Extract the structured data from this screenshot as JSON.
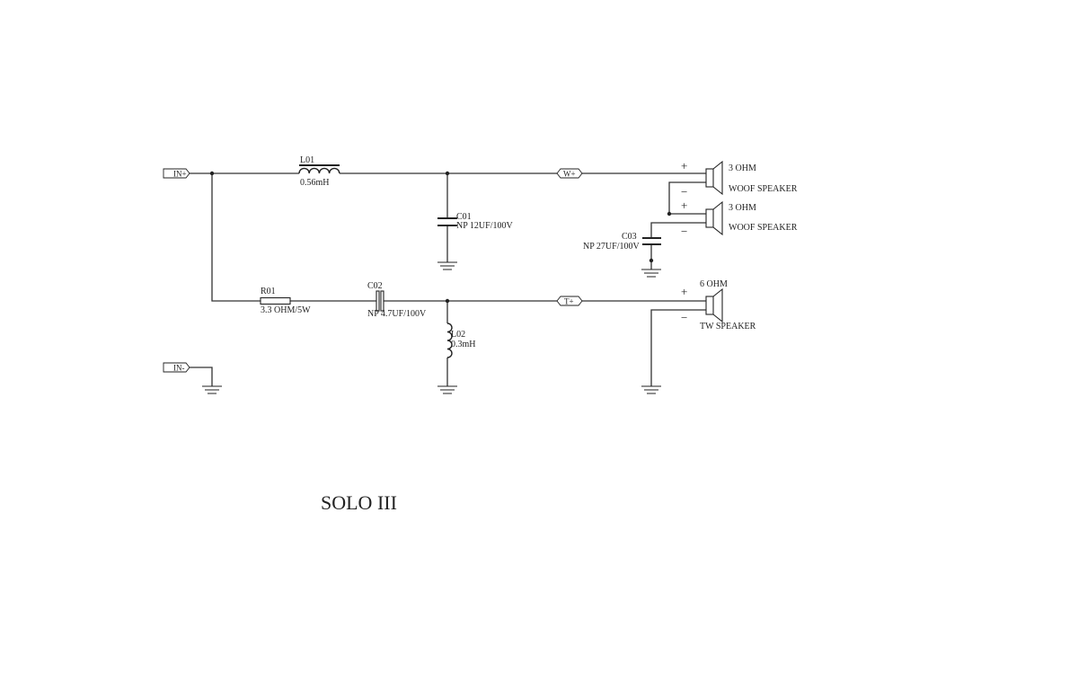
{
  "ports": {
    "in_plus": "IN+",
    "in_minus": "IN-",
    "w_plus": "W+",
    "t_plus": "T+"
  },
  "components": {
    "l01": {
      "ref": "L01",
      "value": "0.56mH"
    },
    "c01": {
      "ref": "C01",
      "value": "NP 12UF/100V"
    },
    "r01": {
      "ref": "R01",
      "value": "3.3 OHM/5W"
    },
    "c02": {
      "ref": "C02",
      "value": "NP 4.7UF/100V"
    },
    "l02": {
      "ref": "L02",
      "value": "0.3mH"
    },
    "c03": {
      "ref": "C03",
      "value": "NP 27UF/100V"
    }
  },
  "speakers": {
    "woofer1": {
      "impedance": "3 OHM",
      "name": "WOOF SPEAKER"
    },
    "woofer2": {
      "impedance": "3 OHM",
      "name": "WOOF SPEAKER"
    },
    "tweeter": {
      "impedance": "6 OHM",
      "name": "TW SPEAKER"
    }
  },
  "polarity": {
    "plus": "+",
    "minus": "−"
  },
  "title": "SOLO III"
}
